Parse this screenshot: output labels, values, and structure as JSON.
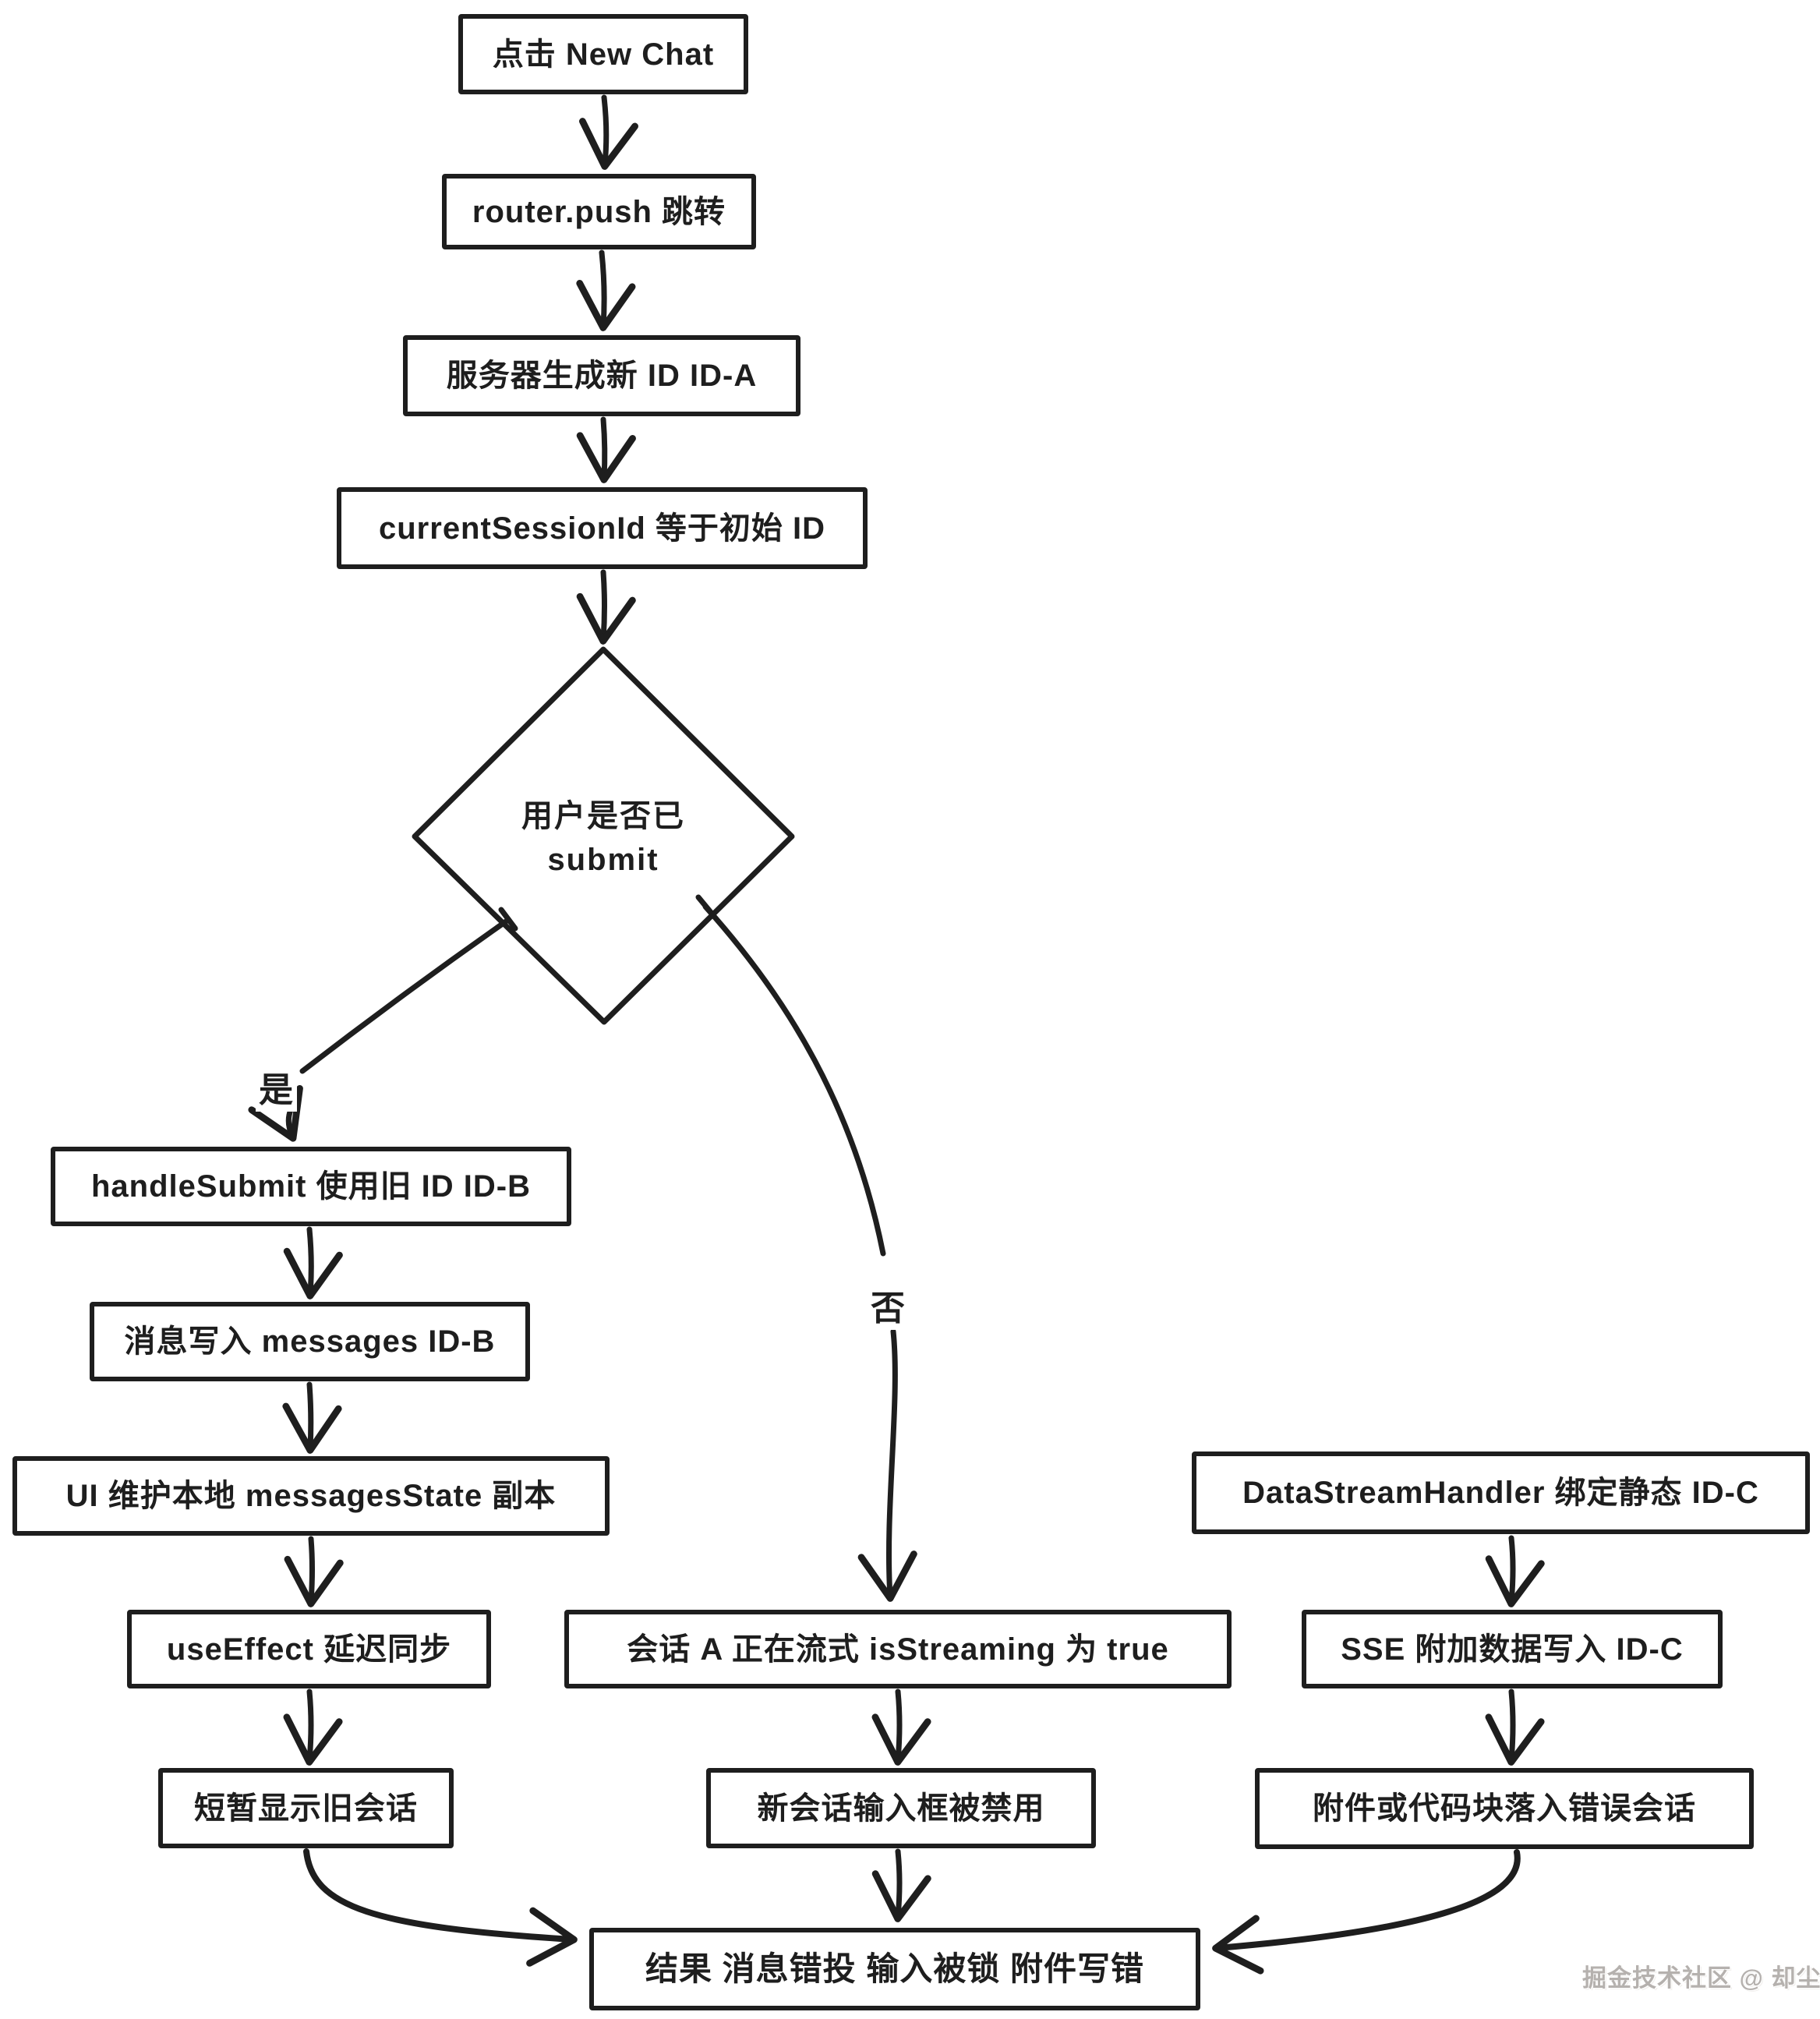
{
  "diagram": {
    "nodes": {
      "start": {
        "label": "点击 New Chat"
      },
      "router_push": {
        "label": "router.push 跳转"
      },
      "server_new_id": {
        "label": "服务器生成新 ID ID-A"
      },
      "current_session": {
        "label": "currentSessionId 等于初始 ID"
      },
      "decision": {
        "label_line1": "用户是否已",
        "label_line2": "submit"
      },
      "handle_submit": {
        "label": "handleSubmit 使用旧 ID ID-B"
      },
      "message_write": {
        "label": "消息写入 messages ID-B"
      },
      "ui_local_copy": {
        "label": "UI 维护本地 messagesState 副本"
      },
      "use_effect": {
        "label": "useEffect 延迟同步"
      },
      "brief_old_session": {
        "label": "短暂显示旧会话"
      },
      "session_streaming": {
        "label": "会话 A 正在流式 isStreaming 为 true"
      },
      "input_disabled": {
        "label": "新会话输入框被禁用"
      },
      "data_stream_handler": {
        "label": "DataStreamHandler 绑定静态 ID-C"
      },
      "sse_write": {
        "label": "SSE 附加数据写入 ID-C"
      },
      "attachment_wrong": {
        "label": "附件或代码块落入错误会话"
      },
      "result": {
        "label": "结果 消息错投 输入被锁 附件写错"
      }
    },
    "edge_labels": {
      "yes": "是",
      "no": "否"
    },
    "watermark": "掘金技术社区 @ 却尘",
    "colors": {
      "ink": "#1e1e1e",
      "background": "#ffffff",
      "watermark": "#b5b1ae"
    }
  }
}
